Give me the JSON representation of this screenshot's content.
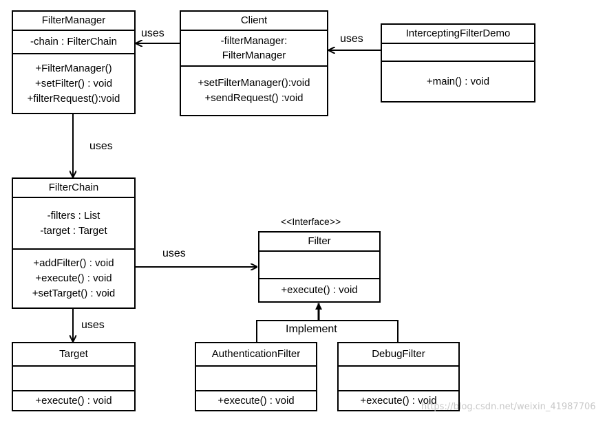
{
  "classes": {
    "filter_manager": {
      "name": "FilterManager",
      "attributes": [
        "-chain  : FilterChain"
      ],
      "methods": [
        "+FilterManager()",
        "+setFilter()  : void",
        "+filterRequest():void"
      ]
    },
    "client": {
      "name": "Client",
      "attributes": [
        "-filterManager:",
        "FilterManager"
      ],
      "methods": [
        "+setFilterManager():void",
        "+sendRequest()  :void"
      ]
    },
    "intercepting_filter_demo": {
      "name": "InterceptingFilterDemo",
      "attributes": [],
      "methods": [
        "+main()  : void"
      ]
    },
    "filter_chain": {
      "name": "FilterChain",
      "attributes": [
        "-filters : List",
        "-target : Target"
      ],
      "methods": [
        "+addFilter()  : void",
        "+execute() : void",
        "+setTarget() : void"
      ]
    },
    "filter": {
      "name": "Filter",
      "stereotype": "<<Interface>>",
      "attributes": [],
      "methods": [
        "+execute()  : void"
      ]
    },
    "target": {
      "name": "Target",
      "attributes": [],
      "methods": [
        "+execute() : void"
      ]
    },
    "authentication_filter": {
      "name": "AuthenticationFilter",
      "attributes": [],
      "methods": [
        "+execute()  : void"
      ]
    },
    "debug_filter": {
      "name": "DebugFilter",
      "attributes": [],
      "methods": [
        "+execute()  : void"
      ]
    }
  },
  "relations": {
    "client_uses_filter_manager": "uses",
    "demo_uses_client": "uses",
    "filter_manager_uses_filter_chain": "uses",
    "filter_chain_uses_filter": "uses",
    "filter_chain_uses_target": "uses",
    "implement_label": "Implement"
  },
  "watermark": "https://blog.csdn.net/weixin_41987706"
}
